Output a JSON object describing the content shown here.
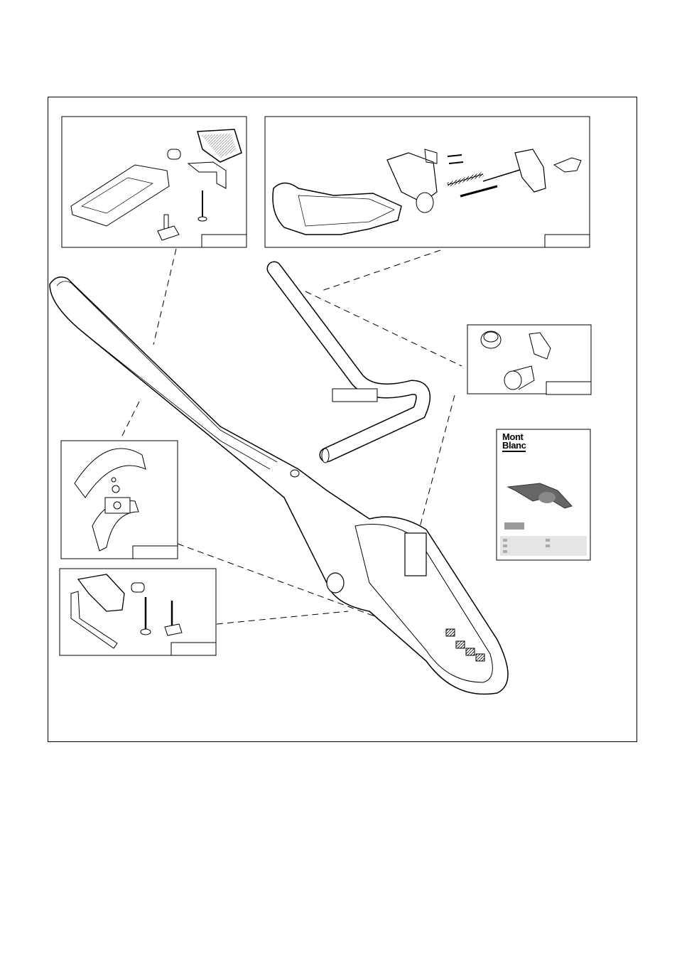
{
  "booklet": {
    "brand_line1": "Mont",
    "brand_line2": "Blanc"
  },
  "callouts": [
    {
      "id": "kit-saddle-base",
      "label": ""
    },
    {
      "id": "kit-bike-holder-arm",
      "label": ""
    },
    {
      "id": "kit-lock-cylinders",
      "label": ""
    },
    {
      "id": "kit-wheel-strap",
      "label": ""
    },
    {
      "id": "kit-frame-holder",
      "label": ""
    },
    {
      "id": "kit-arm-tube",
      "label": ""
    }
  ]
}
